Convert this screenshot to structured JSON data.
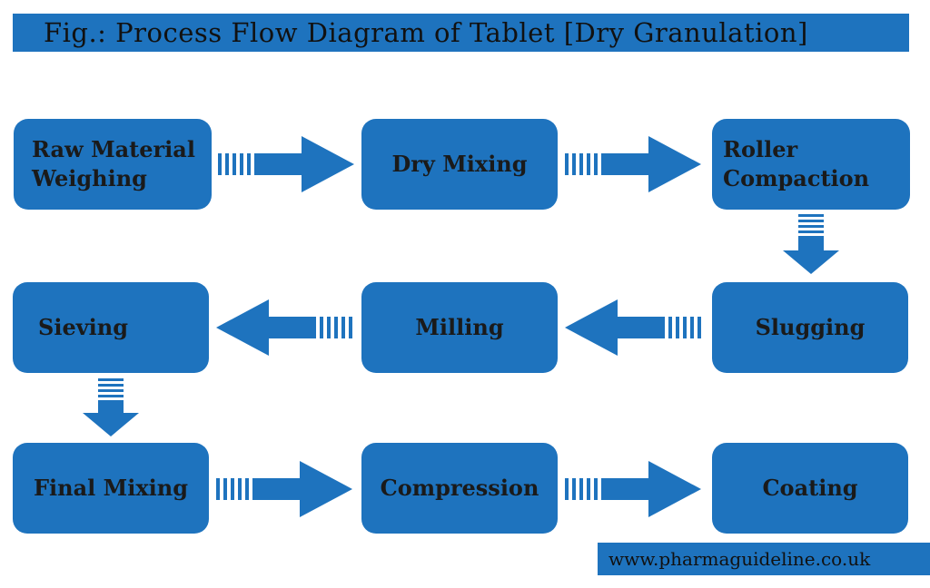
{
  "title": "Fig.: Process Flow Diagram of Tablet [Dry Granulation]",
  "steps": {
    "raw_material_weighing": [
      "Raw Material",
      "Weighing"
    ],
    "dry_mixing": "Dry Mixing",
    "roller_compaction": [
      "Roller",
      "Compaction"
    ],
    "slugging": "Slugging",
    "milling": "Milling",
    "sieving": "Sieving",
    "final_mixing": "Final Mixing",
    "compression": "Compression",
    "coating": "Coating"
  },
  "website": "www.pharmaguideline.co.uk",
  "colors": {
    "box": "#1e73be",
    "text": "#1a1a1a",
    "background": "#ffffff"
  }
}
